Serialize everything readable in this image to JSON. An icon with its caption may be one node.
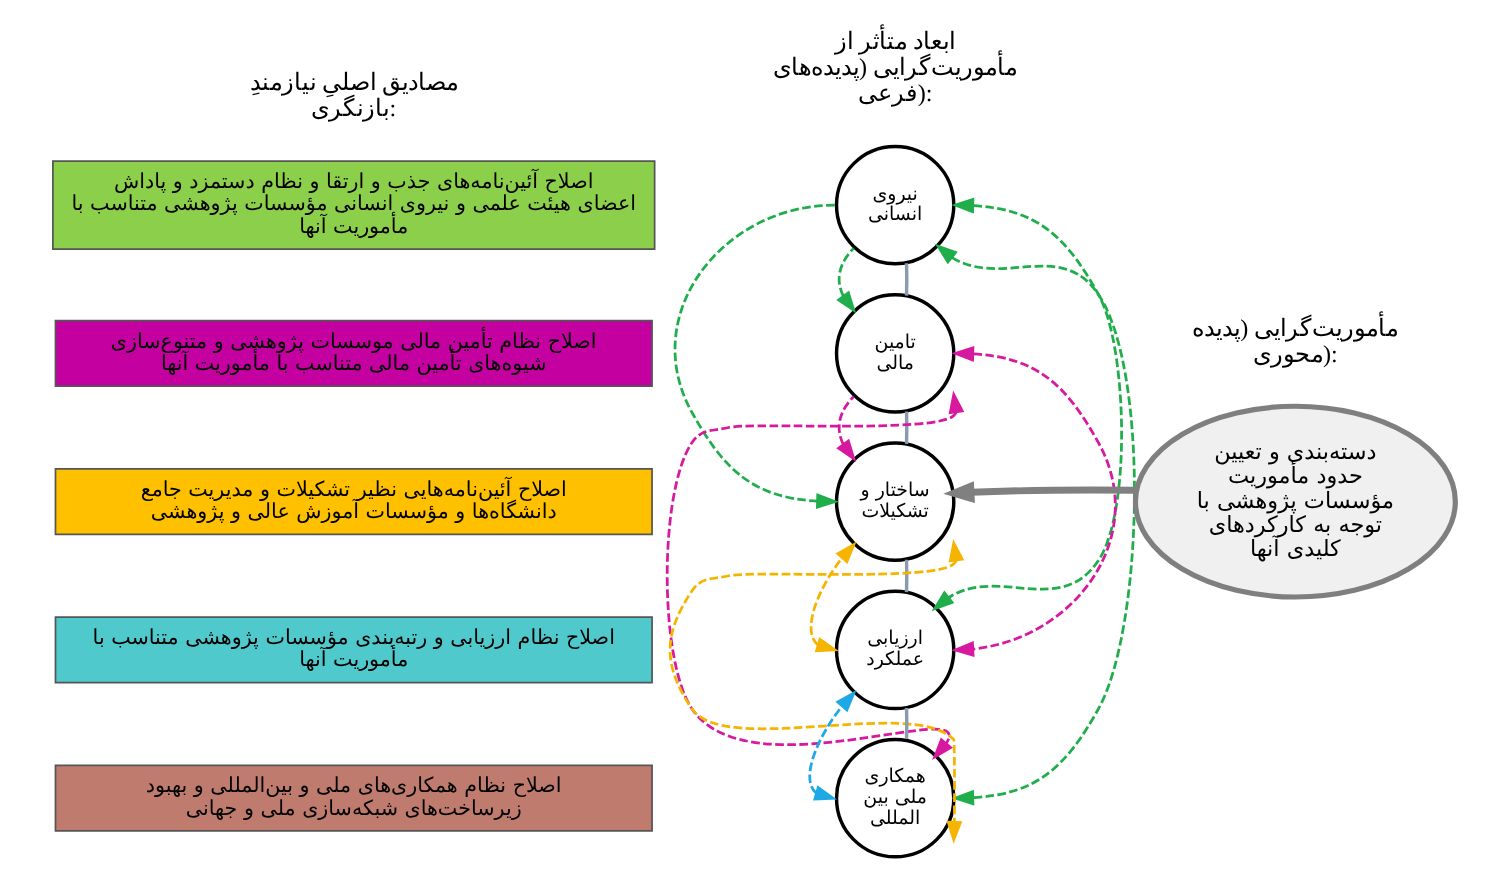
{
  "diagram": {
    "nodes": [
      {
        "text": [
          "نیروی انسانی"
        ]
      },
      {
        "text": [
          "تامین مالی"
        ]
      },
      {
        "text": [
          "ساختار و تشکیلات"
        ]
      },
      {
        "text": [
          "ارزیابی عملکرد"
        ]
      },
      {
        "text": [
          "همکاری ملی بین‌المللی"
        ]
      },
      {
        "text": [
          "اصلاح آئین‌نامه‌های جذب و ارتقا و نظام دستمزد و پاداش اعضای هیئت علمی و نیروی انسانی مؤسسات پژوهشی متناسب با مأموریت آنها"
        ]
      },
      {
        "text": [
          "اصلاح نظام تأمین مالی موسسات پژوهشی و متنوع‌سازی شیوه‌های تأمین مالی متناسب با مأموریت آنها"
        ]
      },
      {
        "text": [
          "اصلاح آئین‌نامه‌هایی نظیر تشکیلات و مدیریت جامع دانشگاه‌ها و مؤسسات آموزش عالی و پژوهشی"
        ]
      },
      {
        "text": [
          "اصلاح نظام ارزیابی و رتبه‌بندی مؤسسات پژوهشی متناسب با مأموریت آنها"
        ]
      },
      {
        "text": [
          "اصلاح نظام همکاری‌های ملی و بین‌المللی و بهبود زیرساخت‌های شبکه‌سازی ملی و جهانی"
        ]
      },
      {
        "text": [
          "دسته‌بندی و تعیین حدود مأموریت مؤسسات پژوهشی با توجه به کارکردهای کلیدی آنها"
        ]
      }
    ],
    "edges": [
      {
        "from": 0,
        "to": 1,
        "arrow": "none",
        "color": "#8a9bb0"
      },
      {
        "from": 1,
        "to": 2,
        "arrow": "none",
        "color": "#8a9bb0"
      },
      {
        "from": 2,
        "to": 3,
        "arrow": "none",
        "color": "#8a9bb0"
      },
      {
        "from": 3,
        "to": 4,
        "arrow": "none",
        "color": "#8a9bb0"
      },
      {
        "from": 10,
        "to": 2,
        "arrow": "to",
        "style": "thick",
        "color": "#808080"
      },
      {
        "from": 0,
        "to": 1,
        "arrow": "to",
        "style": "dashed",
        "color": "#1fae4b"
      },
      {
        "from": 0,
        "to": 2,
        "arrow": "to",
        "style": "dashed",
        "color": "#1fae4b"
      },
      {
        "from": 0,
        "to": 3,
        "arrow": "both",
        "style": "dashed",
        "color": "#1fae4b"
      },
      {
        "from": 0,
        "to": 4,
        "arrow": "both",
        "style": "dashed",
        "color": "#1fae4b"
      },
      {
        "from": 1,
        "to": 2,
        "arrow": "to",
        "style": "dashed",
        "color": "#d6199f"
      },
      {
        "from": 1,
        "to": 3,
        "arrow": "both",
        "style": "dashed",
        "color": "#d6199f"
      },
      {
        "from": 1,
        "to": 4,
        "arrow": "both",
        "style": "dashed",
        "color": "#d6199f"
      },
      {
        "from": 2,
        "to": 3,
        "arrow": "both",
        "style": "dashed",
        "color": "#f5b400"
      },
      {
        "from": 2,
        "to": 4,
        "arrow": "both",
        "style": "dashed",
        "color": "#f5b400"
      },
      {
        "from": 3,
        "to": 4,
        "arrow": "both",
        "style": "dashed",
        "color": "#1fa8e6"
      }
    ],
    "labels": [
      "ابعاد متأثر از مأموریت‌گرایی (پدیده‌های فرعی):",
      "مصادیق اصلیِ نیازمندِ بازنگری:",
      "مأموریت‌گرایی (پدیده محوری):"
    ]
  }
}
